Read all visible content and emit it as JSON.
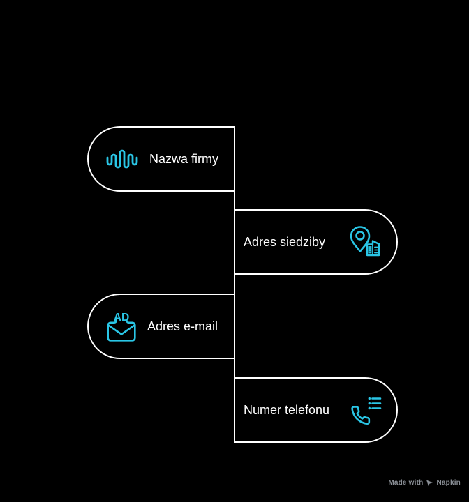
{
  "colors": {
    "background": "#000000",
    "outline": "#ffffff",
    "label_text": "#ffffff",
    "accent_cyan": "#2AC6E6",
    "watermark_gray": "#8a8f96"
  },
  "items": [
    {
      "label": "Nazwa firmy",
      "icon": "company-waveform-icon"
    },
    {
      "label": "Adres siedziby",
      "icon": "location-pin-building-icon"
    },
    {
      "label": "Adres e-mail",
      "icon": "envelope-ad-icon"
    },
    {
      "label": "Numer telefonu",
      "icon": "phone-contact-list-icon"
    }
  ],
  "icon_text": {
    "envelope_badge": "AD"
  },
  "watermark": {
    "made_with": "Made with",
    "brand": "Napkin"
  }
}
